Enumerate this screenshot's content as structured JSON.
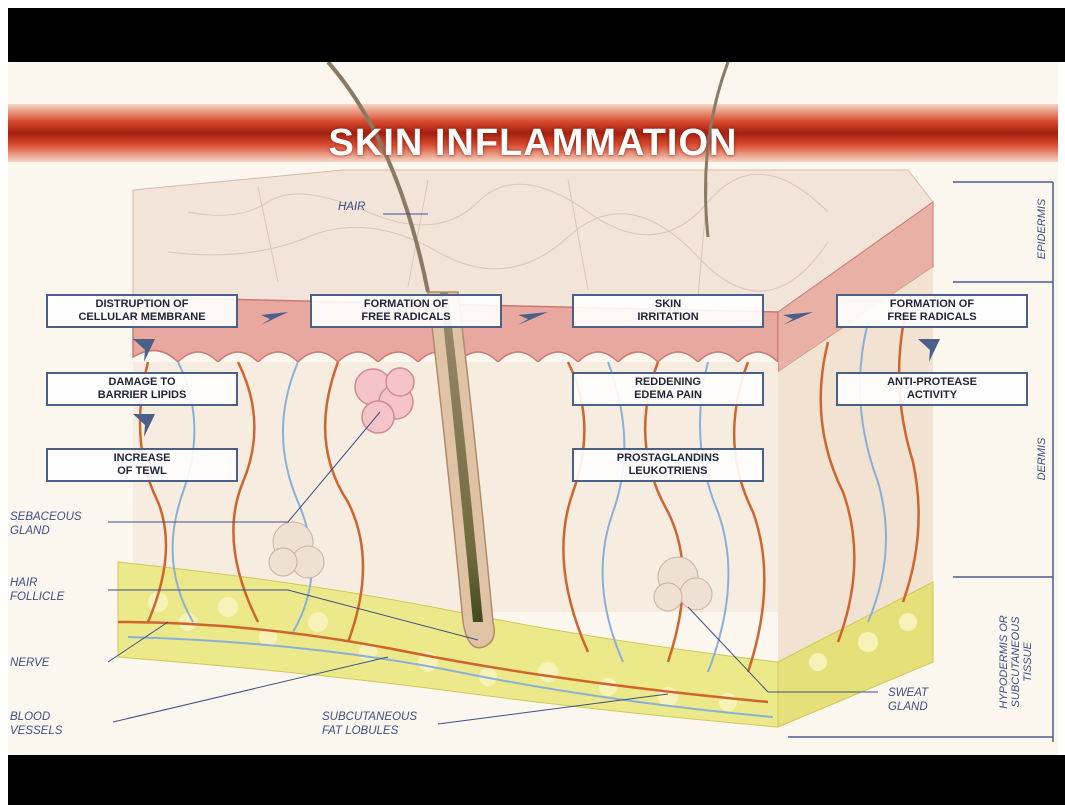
{
  "title": "SKIN INFLAMMATION",
  "cascade": {
    "col1": [
      "DISTRUPTION OF\nCELLULAR MEMBRANE",
      "DAMAGE TO\nBARRIER LIPIDS",
      "INCREASE\nOF TEWL"
    ],
    "col2": [
      "FORMATION OF\nFREE RADICALS"
    ],
    "col3": [
      "SKIN\nIRRITATION",
      "REDDENING\nEDEMA PAIN",
      "PROSTAGLANDINS\nLEUKOTRIENS"
    ],
    "col4": [
      "FORMATION OF\nFREE RADICALS",
      "ANTI-PROTEASE\nACTIVITY"
    ]
  },
  "labels": {
    "hair": "HAIR",
    "sebaceous_gland": "SEBACEOUS\nGLAND",
    "hair_follicle": "HAIR\nFOLLICLE",
    "nerve": "NERVE",
    "blood_vessels": "BLOOD\nVESSELS",
    "subcutaneous_fat": "SUBCUTANEOUS\nFAT LOBULES",
    "sweat_gland": "SWEAT\nGLAND"
  },
  "layers": {
    "epidermis": "EPIDERMIS",
    "dermis": "DERMIS",
    "hypodermis": "HYPODERMIS OR\nSUBCUTANEOUS\nTISSUE"
  },
  "colors": {
    "banner": "#c8321e",
    "box_border": "#4a5f8a",
    "label_text": "#3c4f86",
    "fat": "#ece98a",
    "vessel_red": "#d0642e",
    "vessel_blue": "#8ab0d8"
  }
}
